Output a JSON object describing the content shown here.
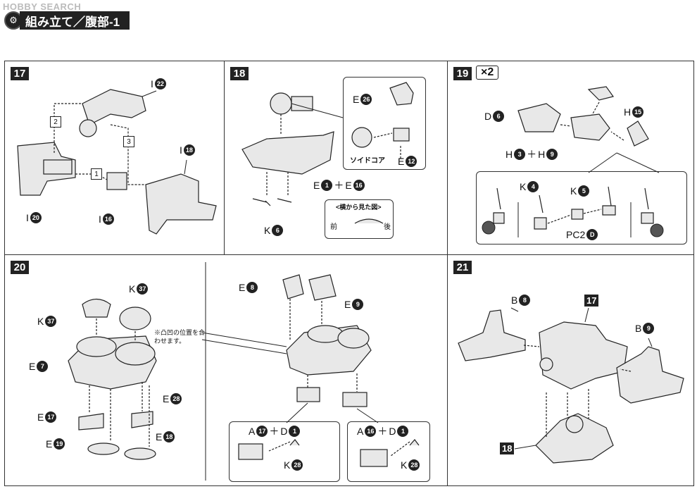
{
  "watermark": "HOBBY SEARCH",
  "header": {
    "icon": "gear-icon",
    "title": "組み立て／腹部-1"
  },
  "steps": {
    "s17": {
      "num": "17",
      "i22": "22",
      "i20": "20",
      "i16": "16",
      "i18": "18",
      "p1": "1",
      "p2": "2",
      "p3": "3",
      "I": "I"
    },
    "s18": {
      "num": "18",
      "e26": "26",
      "e12": "12",
      "e1": "1",
      "e16": "16",
      "k6": "6",
      "plus": "＋",
      "solid_core": "ソイドコア",
      "side_view": "<横から見た図>",
      "front": "前",
      "back": "後",
      "E": "E",
      "K": "K"
    },
    "s19": {
      "num": "19",
      "mult": "×2",
      "d6": "6",
      "h15": "15",
      "h3": "3",
      "h9": "9",
      "k4": "4",
      "k5": "5",
      "pc2d": "D",
      "D": "D",
      "H": "H",
      "K": "K",
      "PC2": "PC2",
      "plus": "＋"
    },
    "s20": {
      "num": "20",
      "k37a": "37",
      "k37b": "37",
      "e7": "7",
      "e17": "17",
      "e19": "19",
      "e28": "28",
      "e18": "18",
      "e8": "8",
      "e9": "9",
      "a17": "17",
      "d1a": "1",
      "k28a": "28",
      "a16": "16",
      "d1b": "1",
      "k28b": "28",
      "note": "※凸凹の位置を合わせます。",
      "K": "K",
      "E": "E",
      "A": "A",
      "D": "D",
      "plus": "＋"
    },
    "s21": {
      "num": "21",
      "b8": "8",
      "b9": "9",
      "ref17": "17",
      "ref18": "18",
      "B": "B"
    }
  }
}
